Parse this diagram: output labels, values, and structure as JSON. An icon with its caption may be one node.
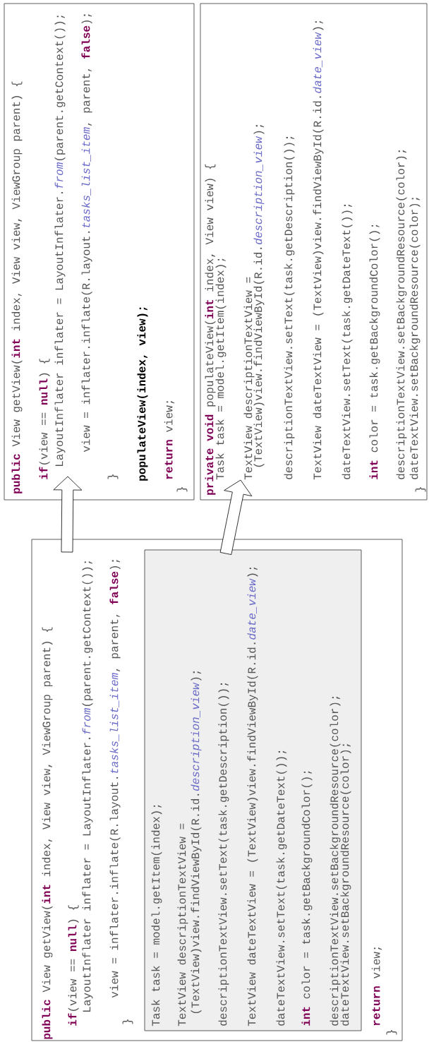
{
  "diagram": {
    "nodes": [
      {
        "text": [
          "**public** View getView(**int** index, View view, ViewGroup parent) {",
          "**if**(view == **null**) {",
          "LayoutInflater inflater = LayoutInflater.*from*(parent.getContext());",
          "view = inflater.inflate(R.layout.*tasks_list_item*, parent, **false**);",
          "}",
          "**return** view;",
          "}"
        ]
      },
      {
        "text": [
          "Task task = model.getItem(index);",
          "TextView descriptionTextView =",
          "(TextView)view.findViewById(R.id.*description_view*);",
          "descriptionTextView.setText(task.getDescription());",
          "TextView dateTextView = (TextView)view.findViewById(R.id.*date_view*);",
          "dateTextView.setText(task.getDateText());",
          "**int** color = task.getBackgroundColor();",
          "descriptionTextView.setBackgroundResource(color);",
          "dateTextView.setBackgroundResource(color);"
        ],
        "in": 0
      },
      {
        "text": [
          "**public** View getView(**int** index, View view, ViewGroup parent) {",
          "**if**(view == **null**) {",
          "LayoutInflater inflater = LayoutInflater.*from*(parent.getContext());",
          "view = inflater.inflate(R.layout.*tasks_list_item*, parent, **false**);",
          "}",
          "populateView(index, view);",
          "**return** view;",
          "}"
        ]
      },
      {
        "text": [
          "**private void** populateView(**int** index, View view) {",
          "Task task = model.getItem(index);",
          "TextView descriptionTextView =",
          "(TextView)view.findViewById(R.id.*description_view*);",
          "descriptionTextView.setText(task.getDescription());",
          "TextView dateTextView = (TextView)view.findViewById(R.id.*date_view*);",
          "dateTextView.setText(task.getDateText());",
          "**int** color = task.getBackgroundColor();",
          "descriptionTextView.setBackgroundResource(color);",
          "dateTextView.setBackgroundResource(color);",
          "}"
        ]
      }
    ],
    "edges": [
      {
        "from": 0,
        "to": 2,
        "arrow": "to"
      },
      {
        "from": 1,
        "to": 3,
        "arrow": "to"
      }
    ]
  }
}
